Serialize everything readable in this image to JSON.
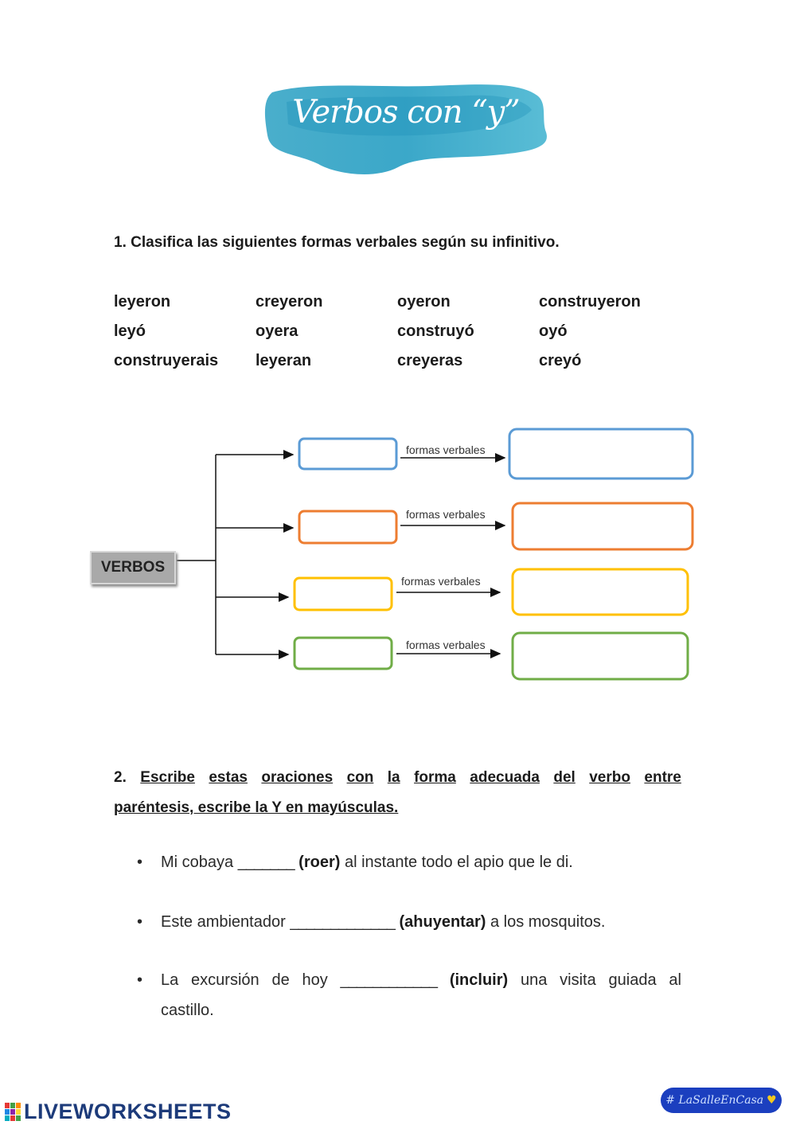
{
  "title": "Verbos con “y”",
  "question1": {
    "heading": "1. Clasifica las siguientes formas verbales según su infinitivo.",
    "words": [
      [
        "leyeron",
        "creyeron",
        "oyeron",
        "construyeron"
      ],
      [
        "leyó",
        "oyera",
        "construyó",
        "oyó"
      ],
      [
        "construyerais",
        "leyeran",
        "creyeras",
        "creyó"
      ]
    ]
  },
  "diagram": {
    "root_label": "VERBOS",
    "branch_label": "formas verbales",
    "colors": [
      "#5b9bd5",
      "#ed7d31",
      "#ffc000",
      "#70ad47"
    ]
  },
  "question2": {
    "number": "2.",
    "line1_words": [
      "Escribe",
      "estas",
      "oraciones",
      "con",
      "la",
      "forma",
      "adecuada",
      "del",
      "verbo",
      "entre"
    ],
    "line2": "paréntesis, escribe la Y en mayúsculas.",
    "items": [
      {
        "before": "Mi cobaya",
        "blank": "_______",
        "verb": "(roer)",
        "after": "al instante todo el apio que le di."
      },
      {
        "before": "Este ambientador",
        "blank": "_____________",
        "verb": "(ahuyentar)",
        "after": "a los mosquitos."
      },
      {
        "before_words": [
          "La",
          "excursión",
          "de",
          "hoy"
        ],
        "blank": "____________",
        "verb": "(incluir)",
        "after_words": [
          "una",
          "visita",
          "guiada",
          "al"
        ],
        "continuation": "castillo."
      }
    ]
  },
  "footer": {
    "logo_text": "LIVEWORKSHEETS",
    "badge_text": "# LaSalleEnCasa"
  }
}
